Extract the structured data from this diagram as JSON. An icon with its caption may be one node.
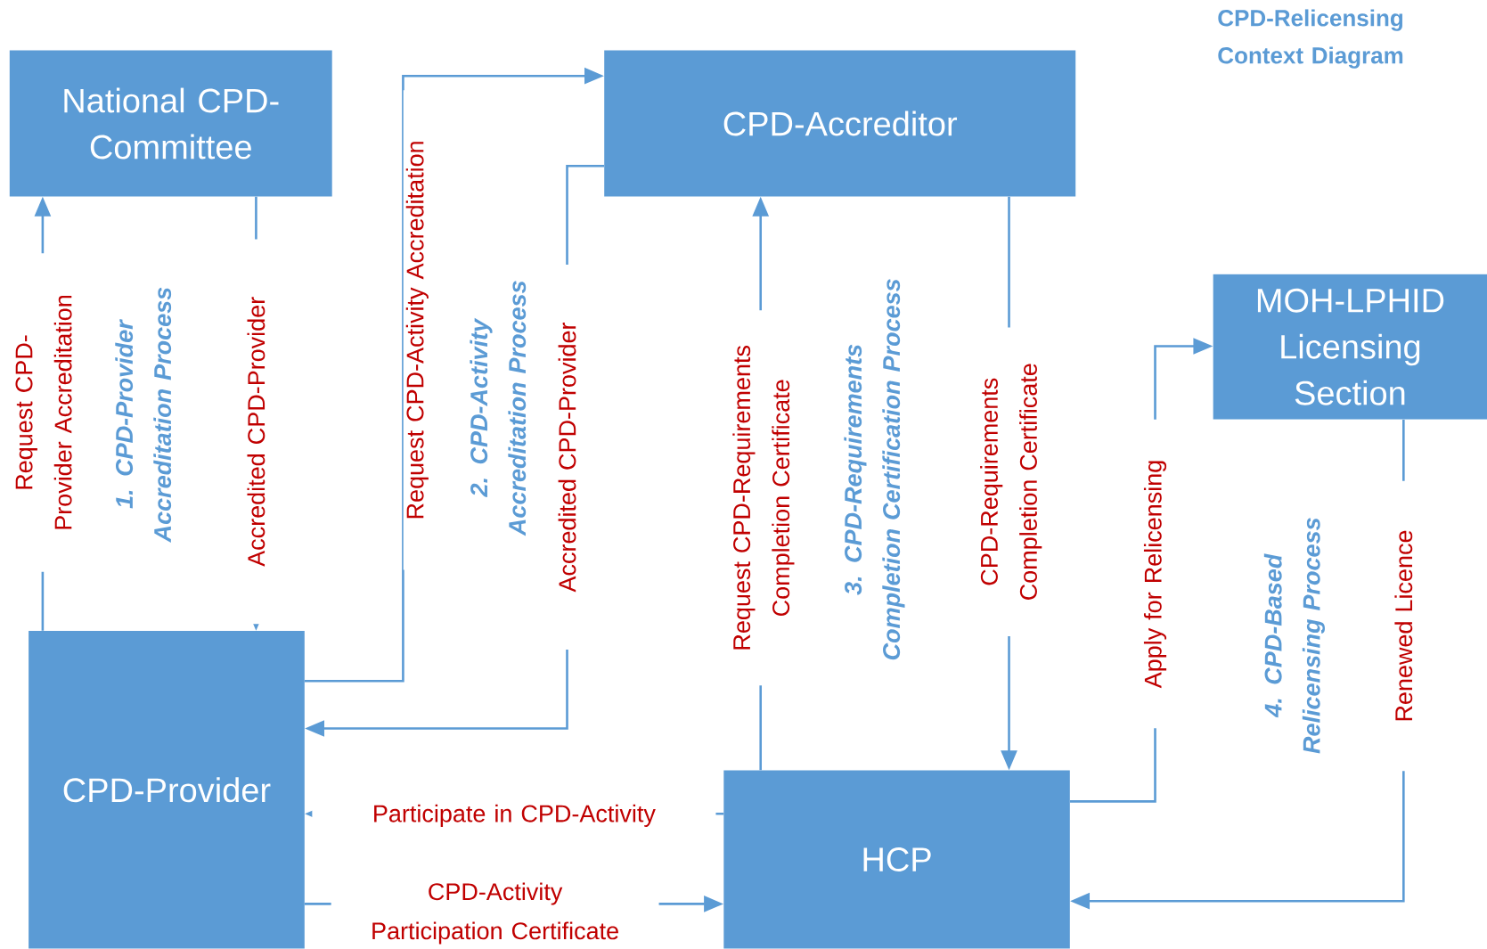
{
  "diagram": {
    "title": "CPD-Relicensing Context Diagram",
    "nodes": [
      {
        "text": [
          "National CPD-Committee"
        ]
      },
      {
        "text": [
          "CPD-Accreditor"
        ]
      },
      {
        "text": [
          "MOH-LPHID Licensing Section"
        ]
      },
      {
        "text": [
          "CPD-Provider"
        ]
      },
      {
        "text": [
          "HCP"
        ]
      }
    ],
    "edges": [
      {
        "from": 3,
        "to": 0,
        "arrow": "to",
        "label": "Request CPD-Provider Accreditation"
      },
      {
        "from": 0,
        "to": 3,
        "arrow": "to",
        "label": "Accredited CPD-Provider"
      },
      {
        "from": 3,
        "to": 1,
        "arrow": "to",
        "label": "Request CPD-Activity Accreditation"
      },
      {
        "from": 1,
        "to": 3,
        "arrow": "to",
        "label": "Accredited CPD-Provider"
      },
      {
        "from": 4,
        "to": 1,
        "arrow": "to",
        "label": "Request CPD-Requirements Completion Certificate"
      },
      {
        "from": 1,
        "to": 4,
        "arrow": "to",
        "label": "CPD-Requirements Completion Certificate"
      },
      {
        "from": 4,
        "to": 3,
        "arrow": "to",
        "label": "Participate in CPD-Activity"
      },
      {
        "from": 3,
        "to": 4,
        "arrow": "to",
        "label": "CPD-Activity Participation Certificate"
      },
      {
        "from": 4,
        "to": 2,
        "arrow": "to",
        "label": "Apply for Relicensing"
      },
      {
        "from": 2,
        "to": 4,
        "arrow": "to",
        "label": "Renewed Licence"
      }
    ],
    "labels": [
      "1. CPD-Provider Accreditation Process",
      "2. CPD-Activity Accreditation Process",
      "3. CPD-Requirements Completion Certification Process",
      "4. CPD-Based Relicensing Process"
    ]
  }
}
